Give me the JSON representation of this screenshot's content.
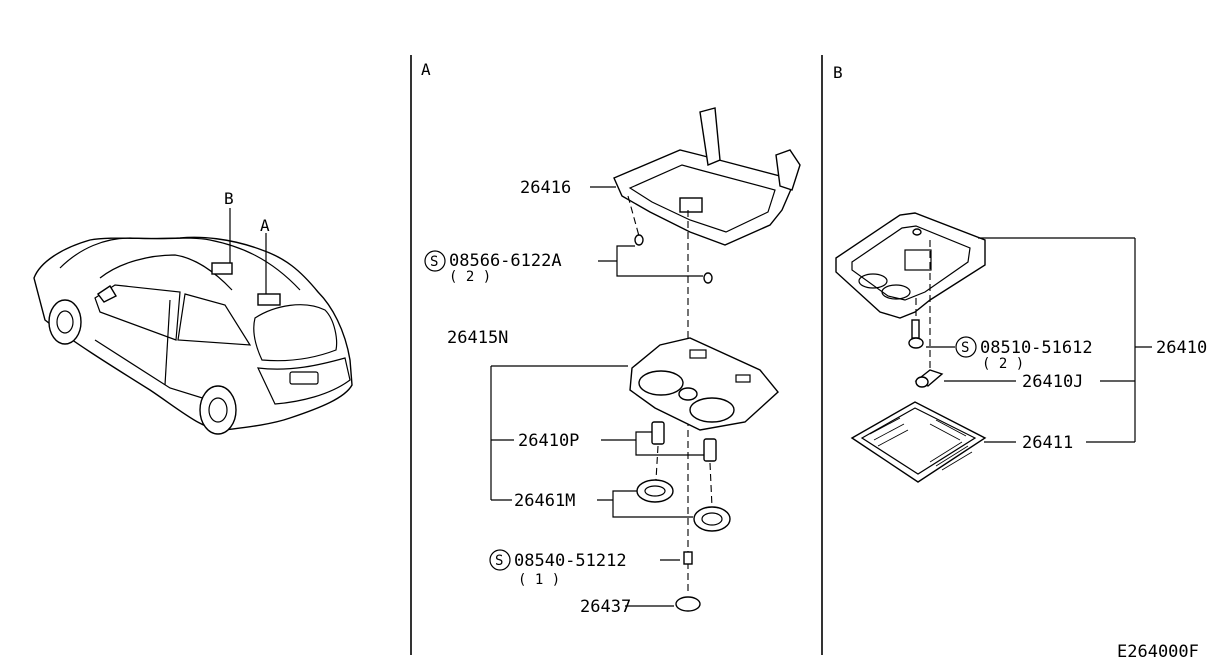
{
  "diagram_code": "E264000F",
  "car_view": {
    "marker_b": "B",
    "marker_a": "A"
  },
  "section_a": {
    "title": "A",
    "labels": {
      "bracket": "26416",
      "screw_top_num": "08566-6122A",
      "screw_top_qty": "( 2 )",
      "lamp_assy": "26415N",
      "bulb_socket": "26410P",
      "lens": "26461M",
      "screw_bottom_num": "08540-51212",
      "screw_bottom_qty": "( 1 )",
      "cap": "26437"
    }
  },
  "section_b": {
    "title": "B",
    "labels": {
      "screw_num": "08510-51612",
      "screw_qty": "( 2 )",
      "lamp_assy": "26410",
      "bulb": "26410J",
      "lens": "26411"
    }
  },
  "screw_symbol": "S"
}
